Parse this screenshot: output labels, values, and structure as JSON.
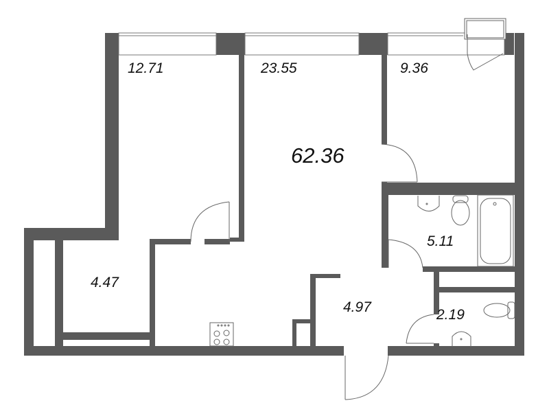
{
  "plan": {
    "total_area": "62.36",
    "rooms": [
      {
        "id": "bedroom",
        "area": "12.71"
      },
      {
        "id": "living-room",
        "area": "23.55"
      },
      {
        "id": "bedroom-2",
        "area": "9.36"
      },
      {
        "id": "bathroom",
        "area": "5.11"
      },
      {
        "id": "storage",
        "area": "4.47"
      },
      {
        "id": "hallway",
        "area": "4.97"
      },
      {
        "id": "toilet",
        "area": "2.19"
      }
    ],
    "colors": {
      "wall": "#5a5a5a",
      "fixture_line": "#666666",
      "background": "#ffffff",
      "text": "#111111"
    }
  }
}
